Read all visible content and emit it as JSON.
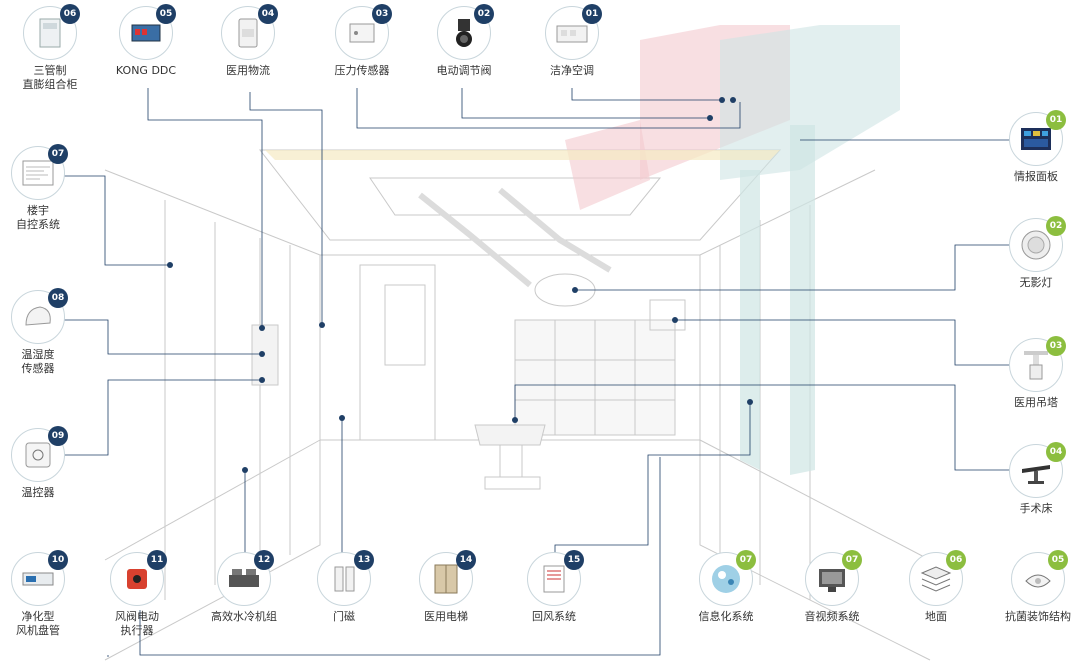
{
  "top_row": [
    {
      "num": "06",
      "lines": [
        "三管制",
        "直膨组合柜"
      ]
    },
    {
      "num": "05",
      "lines": [
        "KONG DDC"
      ]
    },
    {
      "num": "04",
      "lines": [
        "医用物流"
      ]
    },
    {
      "num": "03",
      "lines": [
        "压力传感器"
      ]
    },
    {
      "num": "02",
      "lines": [
        "电动调节阀"
      ]
    },
    {
      "num": "01",
      "lines": [
        "洁净空调"
      ]
    }
  ],
  "left_column": [
    {
      "num": "07",
      "lines": [
        "楼宇",
        "自控系统"
      ]
    },
    {
      "num": "08",
      "lines": [
        "温湿度",
        "传感器"
      ]
    },
    {
      "num": "09",
      "lines": [
        "温控器"
      ]
    }
  ],
  "right_column": [
    {
      "num": "01",
      "lines": [
        "情报面板"
      ]
    },
    {
      "num": "02",
      "lines": [
        "无影灯"
      ]
    },
    {
      "num": "03",
      "lines": [
        "医用吊塔"
      ]
    },
    {
      "num": "04",
      "lines": [
        "手术床"
      ]
    }
  ],
  "bottom_navy": [
    {
      "num": "10",
      "lines": [
        "净化型",
        "风机盘管"
      ]
    },
    {
      "num": "11",
      "lines": [
        "风阀电动",
        "执行器"
      ]
    },
    {
      "num": "12",
      "lines": [
        "高效水冷机组"
      ]
    },
    {
      "num": "13",
      "lines": [
        "门磁"
      ]
    },
    {
      "num": "14",
      "lines": [
        "医用电梯"
      ]
    },
    {
      "num": "15",
      "lines": [
        "回风系统"
      ]
    }
  ],
  "bottom_green": [
    {
      "num": "07",
      "lines": [
        "信息化系统"
      ]
    },
    {
      "num": "07",
      "lines": [
        "音视频系统"
      ]
    },
    {
      "num": "06",
      "lines": [
        "地面"
      ]
    },
    {
      "num": "05",
      "lines": [
        "抗菌装饰结构"
      ]
    }
  ],
  "colors": {
    "navy": "#1f3f66",
    "green": "#8cbe3f",
    "supply_duct": "#f3c9cf",
    "return_duct": "#cfe5e4",
    "callout": "#1f3f66"
  }
}
